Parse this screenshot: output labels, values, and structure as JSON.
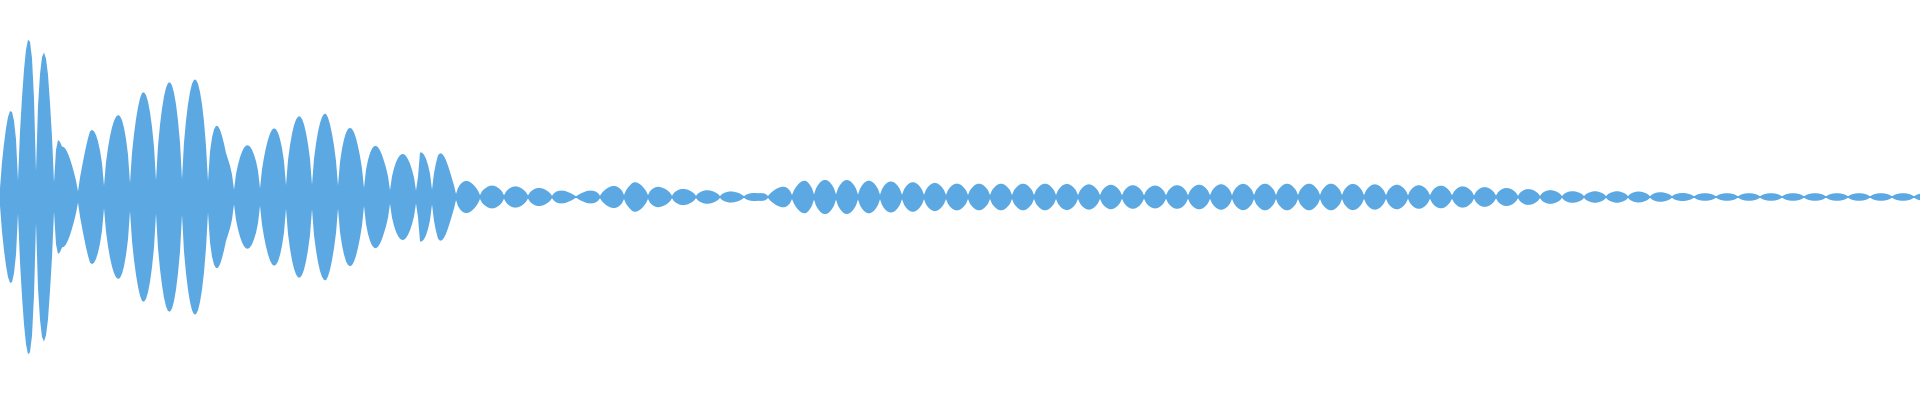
{
  "waveform": {
    "color": "#5ba8e2",
    "background": "#ffffff",
    "amplitude_envelope": [
      [
        0.0,
        0.3
      ],
      [
        0.01,
        0.6
      ],
      [
        0.017,
        0.96
      ],
      [
        0.025,
        0.7
      ],
      [
        0.032,
        0.28
      ],
      [
        0.04,
        0.18
      ],
      [
        0.047,
        0.35
      ],
      [
        0.06,
        0.42
      ],
      [
        0.074,
        0.55
      ],
      [
        0.092,
        0.62
      ],
      [
        0.106,
        0.62
      ],
      [
        0.118,
        0.25
      ],
      [
        0.132,
        0.28
      ],
      [
        0.15,
        0.42
      ],
      [
        0.17,
        0.44
      ],
      [
        0.185,
        0.35
      ],
      [
        0.2,
        0.24
      ],
      [
        0.215,
        0.22
      ],
      [
        0.228,
        0.27
      ],
      [
        0.238,
        0.1
      ],
      [
        0.252,
        0.06
      ],
      [
        0.262,
        0.06
      ],
      [
        0.278,
        0.05
      ],
      [
        0.29,
        0.04
      ],
      [
        0.3,
        0.02
      ],
      [
        0.33,
        0.08
      ],
      [
        0.345,
        0.05
      ],
      [
        0.36,
        0.04
      ],
      [
        0.38,
        0.03
      ],
      [
        0.395,
        0.02
      ],
      [
        0.42,
        0.09
      ],
      [
        0.44,
        0.09
      ],
      [
        0.5,
        0.07
      ],
      [
        0.55,
        0.07
      ],
      [
        0.6,
        0.06
      ],
      [
        0.65,
        0.07
      ],
      [
        0.7,
        0.07
      ],
      [
        0.75,
        0.06
      ],
      [
        0.78,
        0.05
      ],
      [
        0.82,
        0.03
      ],
      [
        0.85,
        0.03
      ],
      [
        0.88,
        0.02
      ],
      [
        0.92,
        0.02
      ],
      [
        0.95,
        0.02
      ],
      [
        0.98,
        0.02
      ],
      [
        1.0,
        0.02
      ]
    ]
  }
}
